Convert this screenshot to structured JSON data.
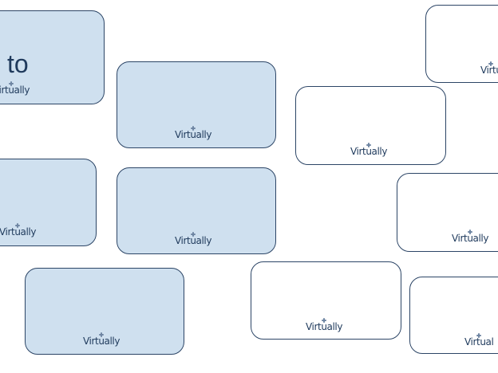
{
  "cards": [
    {
      "id": "c1",
      "style": "blue",
      "text": "to",
      "logo": "Virtually"
    },
    {
      "id": "c2",
      "style": "blue",
      "logo": "Virtually"
    },
    {
      "id": "c3",
      "style": "white",
      "logo": "Virtually"
    },
    {
      "id": "c4",
      "style": "white",
      "logo": "Virtu"
    },
    {
      "id": "c5",
      "style": "blue",
      "logo": "Virtually"
    },
    {
      "id": "c6",
      "style": "blue",
      "logo": "Virtually"
    },
    {
      "id": "c7",
      "style": "white",
      "logo": "Virtually"
    },
    {
      "id": "c8",
      "style": "blue",
      "logo": "Virtually"
    },
    {
      "id": "c9",
      "style": "white",
      "logo": "Virtually"
    },
    {
      "id": "c10",
      "style": "white",
      "logo": "Virtual"
    }
  ],
  "colors": {
    "card_blue": "#cfe0ef",
    "card_border": "#2c4566",
    "logo_text": "#1f3a5c"
  }
}
